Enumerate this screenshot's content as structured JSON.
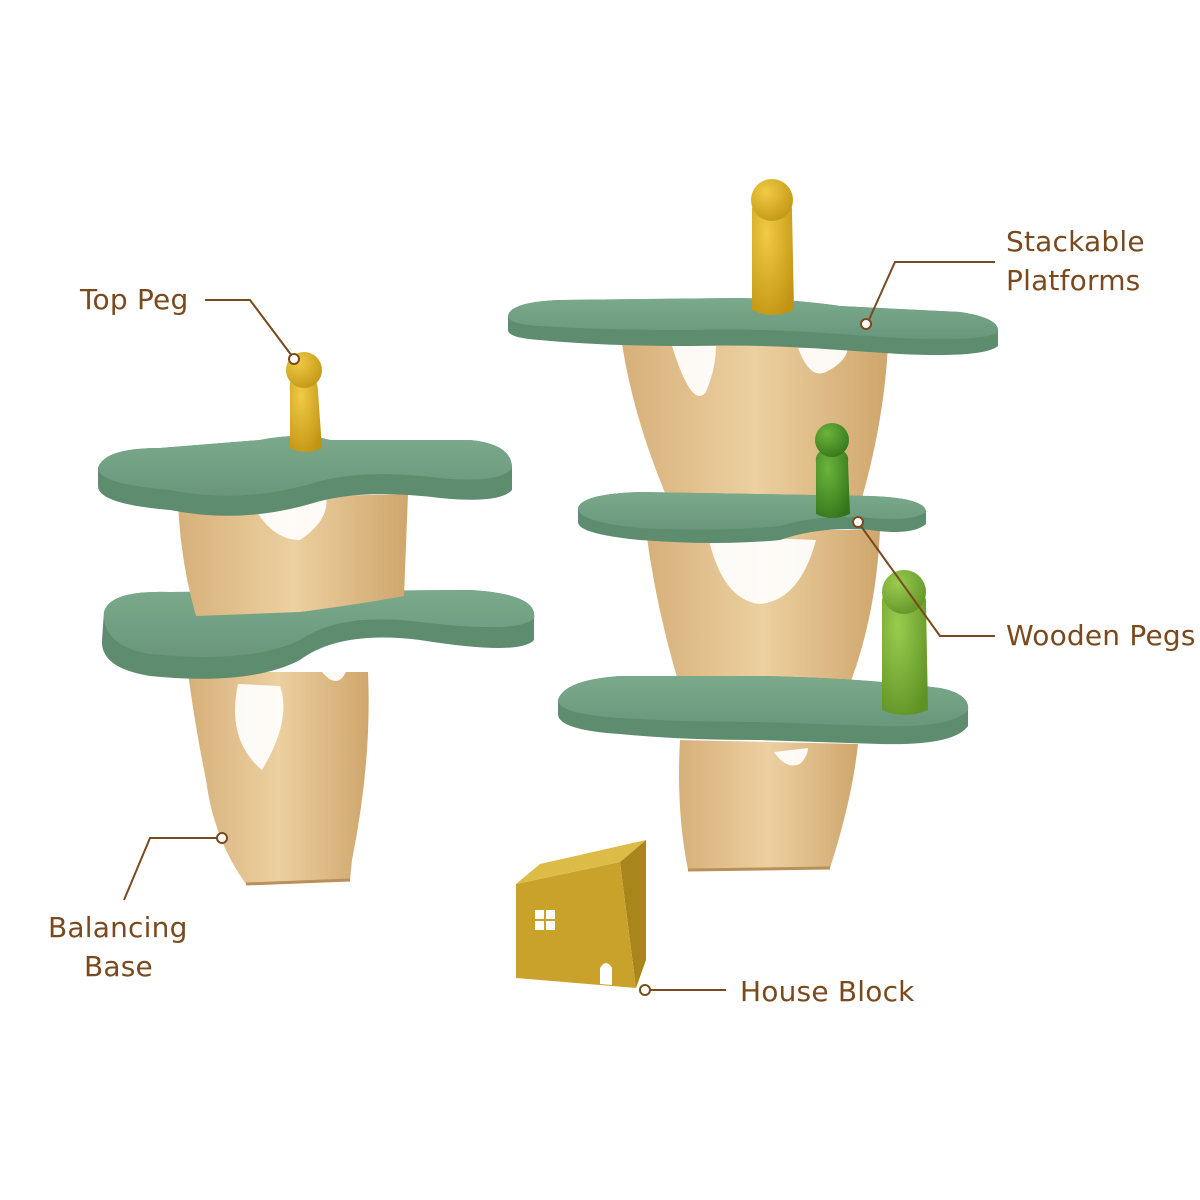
{
  "callouts": {
    "top_peg": {
      "lines": [
        "Top Peg"
      ]
    },
    "stackable_platforms": {
      "lines": [
        "Stackable",
        "Platforms"
      ]
    },
    "wooden_pegs": {
      "lines": [
        "Wooden Pegs"
      ]
    },
    "balancing_base": {
      "lines": [
        "Balancing",
        "Base"
      ]
    },
    "house_block": {
      "lines": [
        "House Block"
      ]
    }
  },
  "colors": {
    "label_text": "#7a4a1e",
    "leader_line": "#7a4a1e",
    "platform_green": "#6e9c80",
    "platform_edge": "#5a876b",
    "wood": "#e2c08f",
    "wood_shadow": "#c9a06a",
    "peg_yellow": "#d8ae25",
    "peg_green": "#4a8e28",
    "peg_light_green": "#7eb038",
    "house_yellow": "#c8a22a"
  }
}
